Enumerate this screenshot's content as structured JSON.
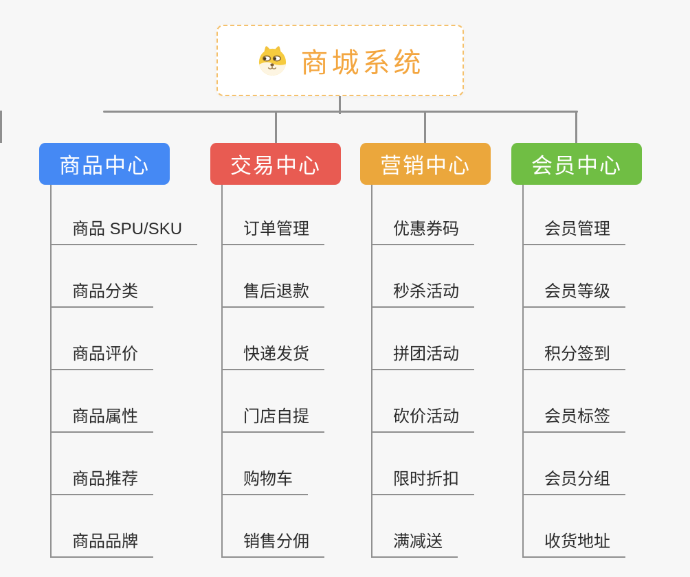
{
  "root": {
    "title": "商城系统",
    "icon": "shiba-dog-face"
  },
  "branches": [
    {
      "label": "商品中心",
      "color": "#4589f4",
      "children": [
        "商品 SPU/SKU",
        "商品分类",
        "商品评价",
        "商品属性",
        "商品推荐",
        "商品品牌"
      ]
    },
    {
      "label": "交易中心",
      "color": "#e85b52",
      "children": [
        "订单管理",
        "售后退款",
        "快递发货",
        "门店自提",
        "购物车",
        "销售分佣"
      ]
    },
    {
      "label": "营销中心",
      "color": "#eba73c",
      "children": [
        "优惠券码",
        "秒杀活动",
        "拼团活动",
        "砍价活动",
        "限时折扣",
        "满减送"
      ]
    },
    {
      "label": "会员中心",
      "color": "#70be44",
      "children": [
        "会员管理",
        "会员等级",
        "积分签到",
        "会员标签",
        "会员分组",
        "收货地址"
      ]
    }
  ],
  "colors": {
    "background": "#f7f7f7",
    "connector": "#8f8f8f",
    "root_border": "#f5c16c",
    "root_title": "#f3a640",
    "child_text": "#2b2b2b",
    "underline": "#8f8f8f"
  }
}
